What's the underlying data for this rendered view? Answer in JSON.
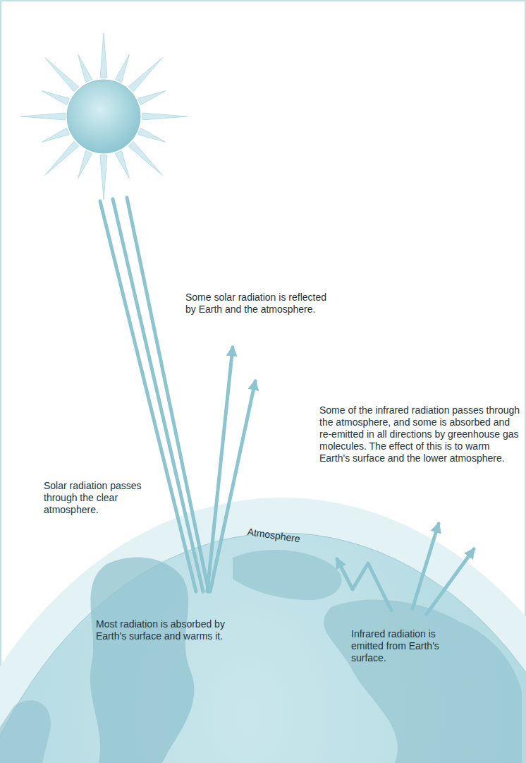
{
  "diagram": {
    "labels": [
      "Some solar radiation is reflected by Earth and the atmosphere.",
      "Some of the infrared radiation passes through the atmosphere, and some is absorbed and re-emitted in all directions by greenhouse gas molecules. The effect of this is to warm Earth's surface and the lower atmosphere.",
      "Solar radiation passes through the clear atmosphere.",
      "Atmosphere",
      "Most radiation is absorbed by Earth's surface and warms it.",
      "Infrared radiation is emitted from Earth's surface."
    ]
  }
}
